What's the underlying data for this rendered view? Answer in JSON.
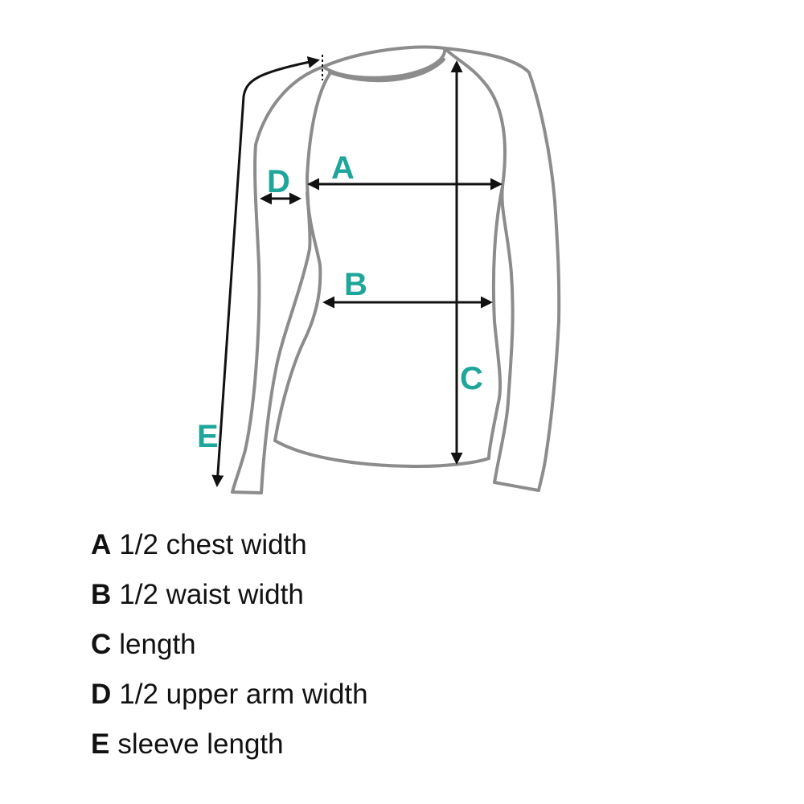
{
  "colors": {
    "outline": "#8c8c8c",
    "arrow": "#111111",
    "accent": "#1fa69a",
    "text": "#111111"
  },
  "markers": {
    "a": "A",
    "b": "B",
    "c": "C",
    "d": "D",
    "e": "E"
  },
  "legend": [
    {
      "key": "A",
      "text": "1/2 chest width"
    },
    {
      "key": "B",
      "text": "1/2 waist width"
    },
    {
      "key": "C",
      "text": "length"
    },
    {
      "key": "D",
      "text": "1/2 upper arm width"
    },
    {
      "key": "E",
      "text": "sleeve length"
    }
  ]
}
